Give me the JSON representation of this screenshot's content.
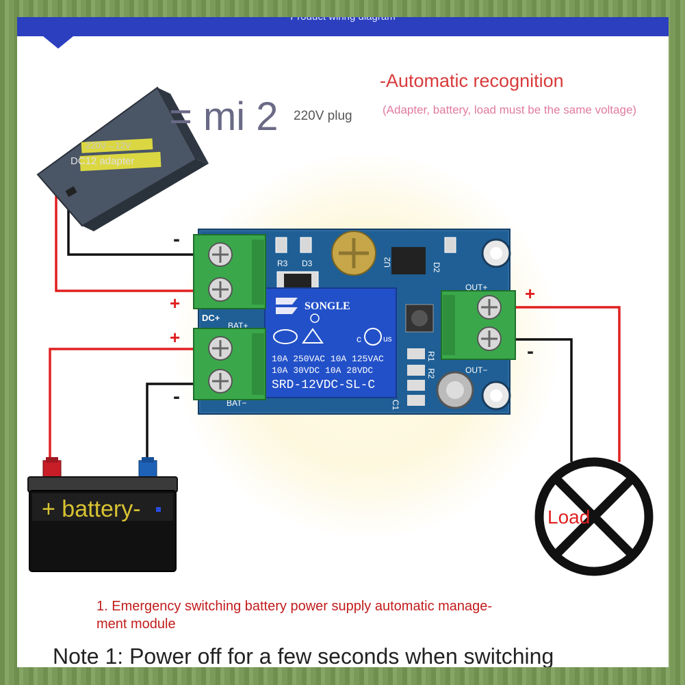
{
  "header": {
    "title": "Product wiring diagram"
  },
  "feature": {
    "title": "-Automatic recognition",
    "note": "(Adapter, battery, load must be the same voltage)"
  },
  "overlay_text": "= mi 2",
  "adapter": {
    "plug_label": "220V plug",
    "label_line1": "220V→12V",
    "label_line2": "DC12 adapter"
  },
  "board": {
    "relay_brand": "SONGLE",
    "relay_rating_1": "10A 250VAC  10A 125VAC",
    "relay_rating_2": "10A  30VDC  10A  28VDC",
    "relay_model": "SRD-12VDC-SL-C",
    "dc_label": "DC+",
    "bat_plus_label": "BAT+",
    "bat_minus_label": "BAT−",
    "out_plus_label": "OUT+",
    "out_minus_label": "OUT−",
    "silkscreen": [
      "R3",
      "D3",
      "U2",
      "D2",
      "R1",
      "R2",
      "C1"
    ]
  },
  "polarity": {
    "plus": "+",
    "minus": "-"
  },
  "battery": {
    "label": "+ battery-"
  },
  "load": {
    "label": "Load"
  },
  "description": {
    "line1": "1. Emergency switching battery power supply automatic manage-",
    "line2": "ment module"
  },
  "note": "Note 1: Power off for a few seconds when switching",
  "colors": {
    "wire_positive": "#e02020",
    "wire_negative": "#111111",
    "board": "#1f5f95",
    "terminal": "#3aa84a",
    "header": "#2b3fbf"
  }
}
